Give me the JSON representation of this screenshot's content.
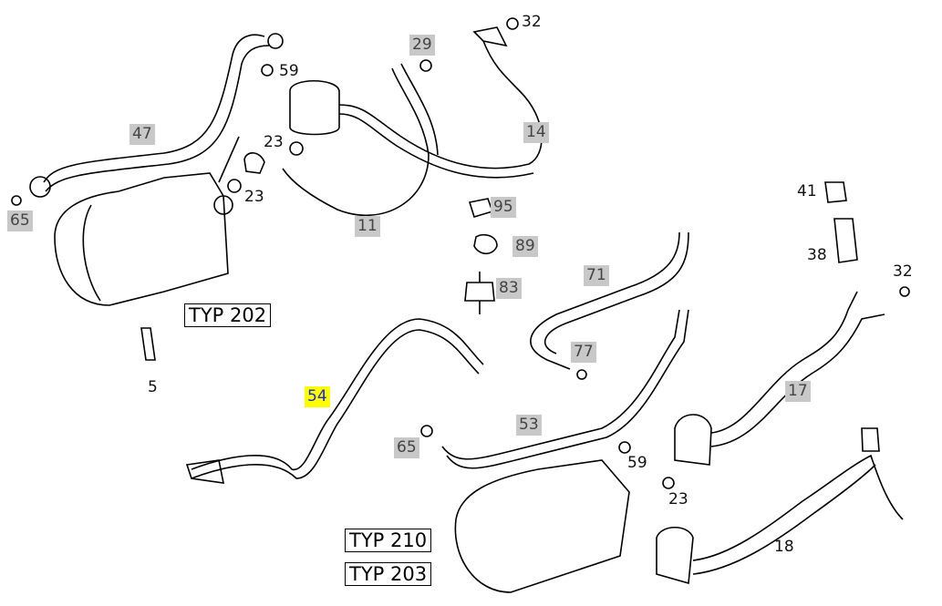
{
  "diagram": {
    "callouts": [
      {
        "id": "c32a",
        "text": "32",
        "style": "plain"
      },
      {
        "id": "c29",
        "text": "29",
        "style": "hot"
      },
      {
        "id": "c59a",
        "text": "59",
        "style": "plain"
      },
      {
        "id": "c47",
        "text": "47",
        "style": "hot"
      },
      {
        "id": "c14",
        "text": "14",
        "style": "hot"
      },
      {
        "id": "c23a",
        "text": "23",
        "style": "plain"
      },
      {
        "id": "c23b",
        "text": "23",
        "style": "plain"
      },
      {
        "id": "c65a",
        "text": "65",
        "style": "hot"
      },
      {
        "id": "c11",
        "text": "11",
        "style": "hot"
      },
      {
        "id": "c95",
        "text": "95",
        "style": "hot"
      },
      {
        "id": "c89",
        "text": "89",
        "style": "hot"
      },
      {
        "id": "c83",
        "text": "83",
        "style": "hot"
      },
      {
        "id": "c71",
        "text": "71",
        "style": "hot"
      },
      {
        "id": "c41",
        "text": "41",
        "style": "plain"
      },
      {
        "id": "c38",
        "text": "38",
        "style": "plain"
      },
      {
        "id": "c32b",
        "text": "32",
        "style": "plain"
      },
      {
        "id": "c77",
        "text": "77",
        "style": "hot"
      },
      {
        "id": "c17",
        "text": "17",
        "style": "hot"
      },
      {
        "id": "c54",
        "text": "54",
        "style": "selected"
      },
      {
        "id": "c5",
        "text": "5",
        "style": "plain"
      },
      {
        "id": "c53",
        "text": "53",
        "style": "hot"
      },
      {
        "id": "c65b",
        "text": "65",
        "style": "hot"
      },
      {
        "id": "c59b",
        "text": "59",
        "style": "plain"
      },
      {
        "id": "c23c",
        "text": "23",
        "style": "plain"
      },
      {
        "id": "c18",
        "text": "18",
        "style": "plain"
      }
    ],
    "type_labels": [
      "TYP 202",
      "TYP 210",
      "TYP 203"
    ],
    "colors": {
      "hotspot": "#c8c8c8",
      "selected": "#ffff00",
      "selected_text": "#1a2bd6"
    }
  }
}
